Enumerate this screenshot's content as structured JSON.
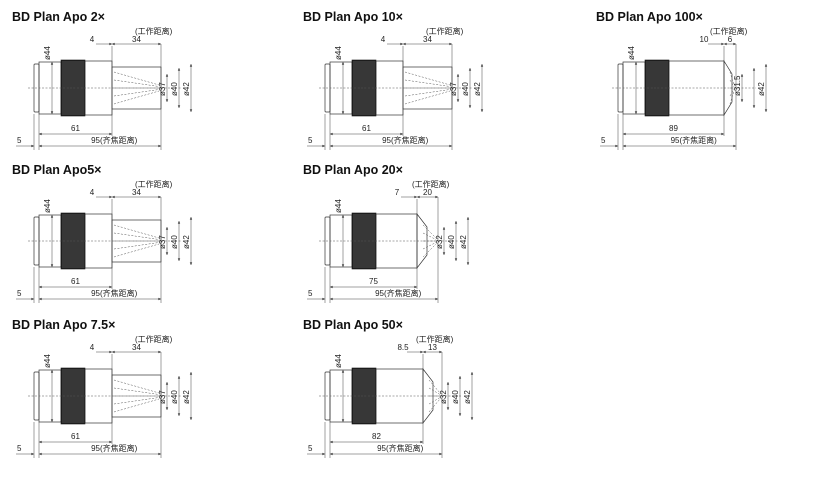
{
  "wd_label": "(工作距离)",
  "parfocal_prefix": "95",
  "parfocal_suffix": "(齐焦距离)",
  "panels": [
    {
      "title": "BD Plan Apo 2×",
      "flange": "5",
      "body_len": "61",
      "wd_offset": "4",
      "wd": "34",
      "d_body": "ø44",
      "d_tip": "ø37",
      "d_a": "ø40",
      "d_b": "ø42"
    },
    {
      "title": "BD Plan Apo 10×",
      "flange": "5",
      "body_len": "61",
      "wd_offset": "4",
      "wd": "34",
      "d_body": "ø44",
      "d_tip": "ø37",
      "d_a": "ø40",
      "d_b": "ø42"
    },
    {
      "title": "BD Plan Apo 100×",
      "flange": "5",
      "body_len": "89",
      "wd_offset": "10",
      "wd": "6",
      "d_body": "ø44",
      "d_tip": "ø31.5",
      "d_a": "",
      "d_b": "ø42"
    },
    {
      "title": "BD Plan Apo5×",
      "flange": "5",
      "body_len": "61",
      "wd_offset": "4",
      "wd": "34",
      "d_body": "ø44",
      "d_tip": "ø37",
      "d_a": "ø40",
      "d_b": "ø42"
    },
    {
      "title": "BD Plan Apo 20×",
      "flange": "5",
      "body_len": "75",
      "wd_offset": "7",
      "wd": "20",
      "d_body": "ø44",
      "d_tip": "ø32",
      "d_a": "ø40",
      "d_b": "ø42"
    },
    {
      "title": "BD Plan Apo 7.5×",
      "flange": "5",
      "body_len": "61",
      "wd_offset": "4",
      "wd": "34",
      "d_body": "ø44",
      "d_tip": "ø37",
      "d_a": "ø40",
      "d_b": "ø42"
    },
    {
      "title": "BD Plan Apo 50×",
      "flange": "5",
      "body_len": "82",
      "wd_offset": "8.5",
      "wd": "13",
      "d_body": "ø44",
      "d_tip": "ø32",
      "d_a": "ø40",
      "d_b": "ø42"
    }
  ]
}
